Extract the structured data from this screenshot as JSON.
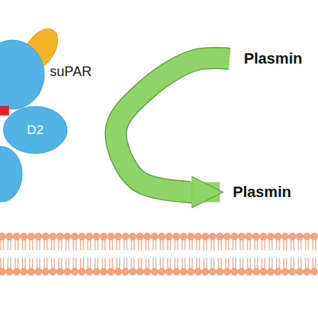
{
  "diagram": {
    "nodes": [
      {
        "text": [
          "D2"
        ]
      },
      {
        "text": [
          "Plasmin"
        ]
      },
      {
        "text": [
          "Plasmin"
        ]
      }
    ],
    "edges": [
      {
        "from": 1,
        "to": 2,
        "arrow": "to"
      }
    ],
    "labels": [
      "suPAR"
    ]
  }
}
